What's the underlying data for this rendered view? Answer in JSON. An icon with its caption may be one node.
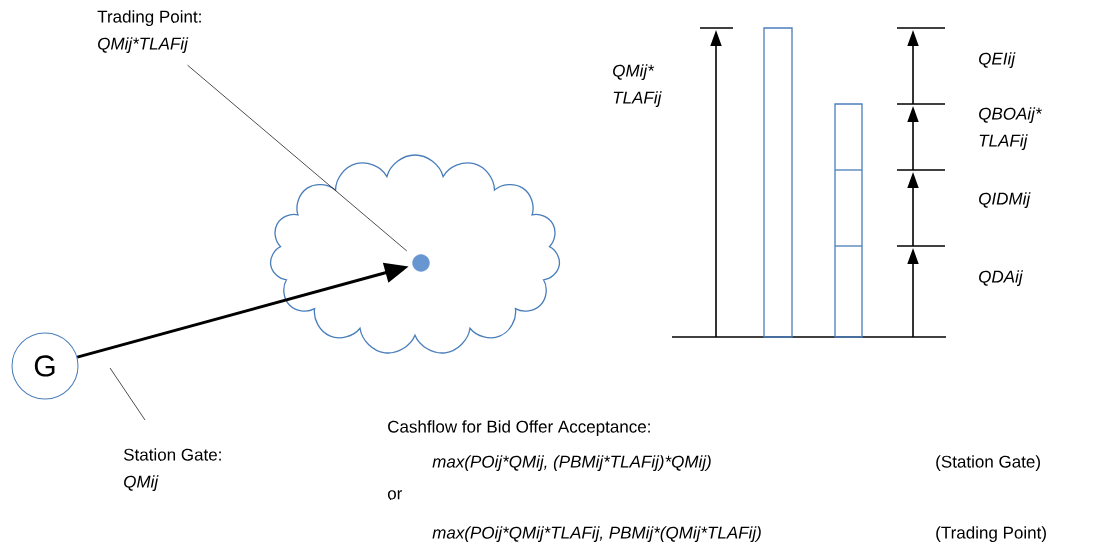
{
  "diagram": {
    "nodes": [
      {
        "text": [
          "Trading Point:",
          "QMij*TLAFij"
        ]
      },
      {
        "text": [],
        "shape": "cloud"
      },
      {
        "text": [],
        "shape": "circle",
        "in": 1
      },
      {
        "text": [
          "G"
        ]
      },
      {
        "text": [
          "Station Gate:",
          "QMij"
        ]
      }
    ],
    "edges": [
      {
        "from": 0,
        "to": 2,
        "arrow": "none"
      },
      {
        "from": 3,
        "to": 2,
        "arrow": "to",
        "style": "thick"
      },
      {
        "from": 4,
        "to": null,
        "arrow": "none"
      }
    ],
    "labels": [
      "QMij* TLAFij",
      "QEIij",
      "QBOAij* TLAFij",
      "QIDMij",
      "QDAij",
      "Cashflow for Bid Offer Acceptance:",
      "max(POij*QMij, (PBMij*TLAFij)*QMij)",
      "(Station Gate)",
      "or",
      "max(POij*QMij*TLAFij, PBMij*(QMij*TLAFij)",
      "(Trading Point)"
    ]
  }
}
